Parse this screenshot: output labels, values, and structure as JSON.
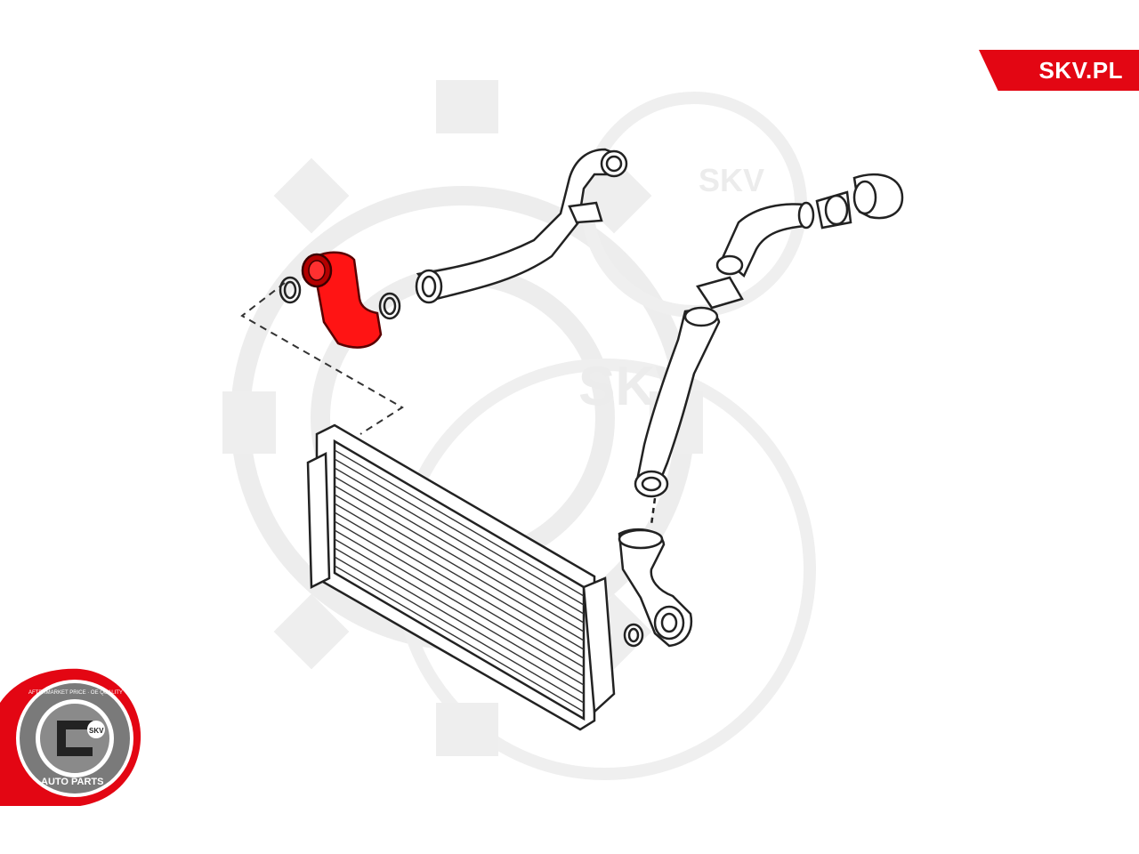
{
  "brand": {
    "website": "SKV.PL"
  },
  "watermark": {
    "text": "SKV"
  },
  "seal": {
    "top_text": "AFTERMARKET PRICE · OE QUALITY",
    "center_text": "SKV",
    "bottom_text": "AUTO PARTS"
  },
  "colors": {
    "brand_red": "#e30613",
    "highlight_red": "#ff1a1a",
    "line": "#2a2a2a",
    "watermark": "#ececec"
  }
}
